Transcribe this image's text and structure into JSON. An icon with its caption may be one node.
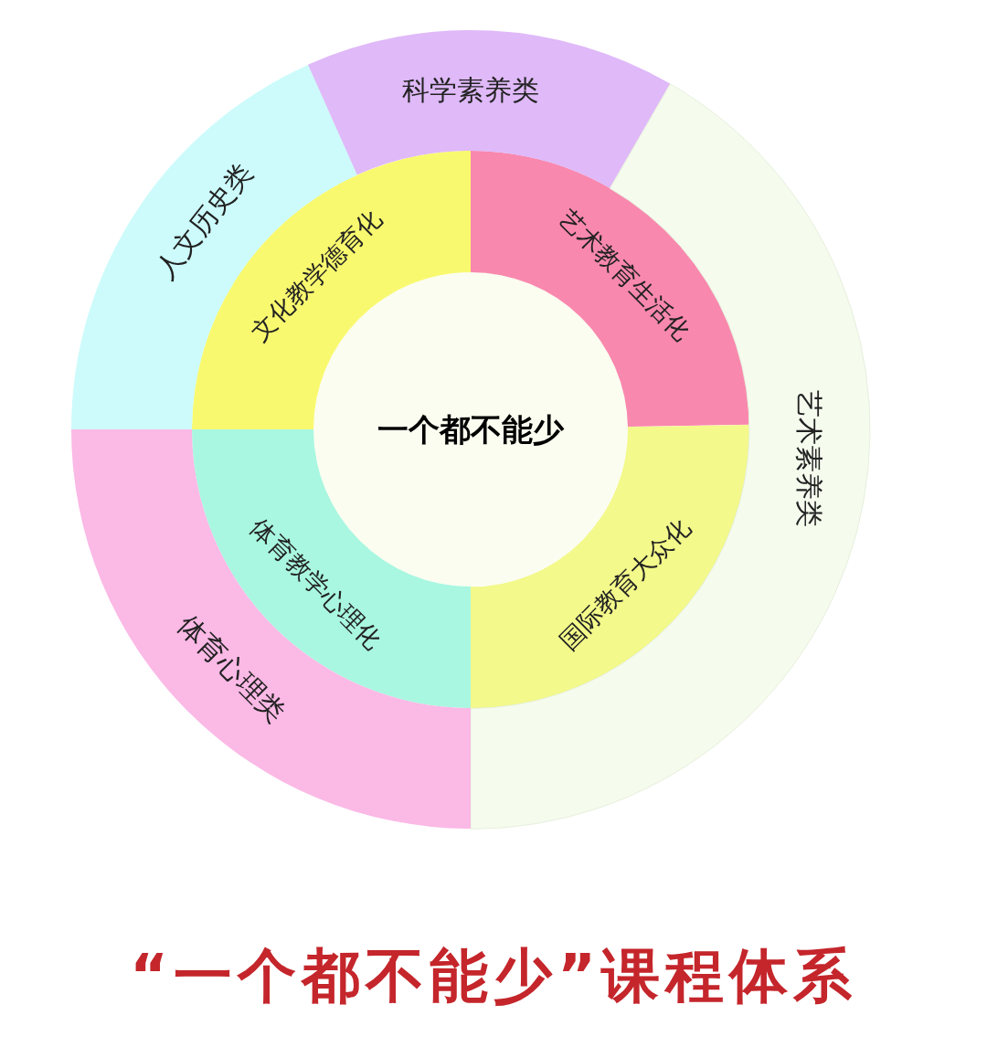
{
  "diagram": {
    "caption": "“一个都不能少”课程体系",
    "nodes": [
      {
        "text": [
          "一个都不能少"
        ]
      },
      {
        "text": [
          "文化教学德育化"
        ]
      },
      {
        "text": [
          "艺术教育生活化"
        ]
      },
      {
        "text": [
          "国际教育大众化"
        ]
      },
      {
        "text": [
          "体育教学心理化"
        ]
      },
      {
        "text": [
          "人文历史类"
        ]
      },
      {
        "text": [
          "科学素养类"
        ]
      },
      {
        "text": [
          "艺术素养类"
        ]
      },
      {
        "text": [
          "体育心理类"
        ]
      }
    ],
    "edges": []
  }
}
